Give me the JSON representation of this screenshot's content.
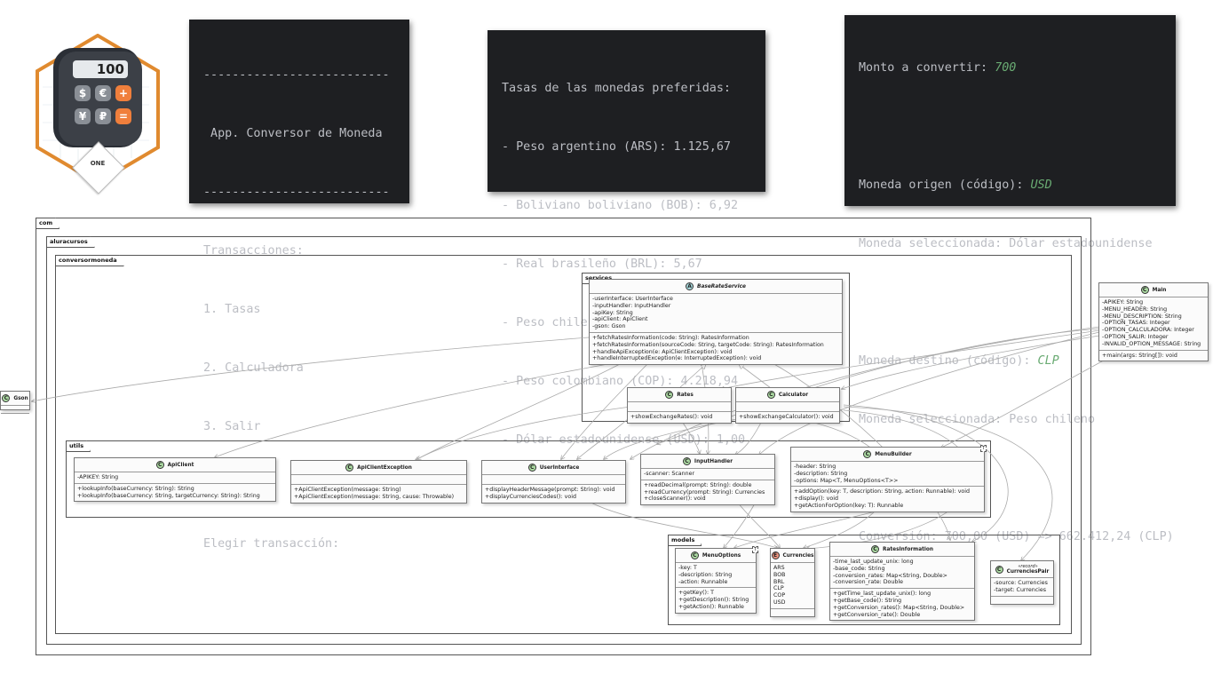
{
  "logo": {
    "display": "100",
    "keys": [
      "$",
      "€",
      "+",
      "¥",
      "₽",
      "="
    ],
    "badge_text": "ONE"
  },
  "terminal_menu": {
    "lines": [
      "--------------------------",
      " App. Conversor de Moneda",
      "--------------------------",
      "Transacciones:",
      "1. Tasas",
      "2. Calculadora",
      "3. Salir",
      "",
      "Elegir transacción:"
    ]
  },
  "terminal_rates": {
    "lines": [
      "Tasas de las monedas preferidas:",
      "- Peso argentino (ARS): 1.125,67",
      "- Boliviano boliviano (BOB): 6,92",
      "- Real brasileño (BRL): 5,67",
      "- Peso chileno (CLP): 946,30",
      "- Peso colombiano (COP): 4.218,94",
      "- Dólar estadounidense (USD): 1,00"
    ]
  },
  "terminal_conversion": {
    "amount_label": "Monto a convertir: ",
    "amount_value": "700",
    "origin_label": "Moneda origen (código): ",
    "origin_value": "USD",
    "origin_selected": "Moneda seleccionada: Dólar estadounidense",
    "dest_label": "Moneda destino (código): ",
    "dest_value": "CLP",
    "dest_selected": "Moneda seleccionada: Peso chileno",
    "result": "Conversión: 700,00 (USD) => 662.412,24 (CLP)"
  },
  "packages": {
    "com": "com",
    "aluracursos": "aluracursos",
    "conversormoneda": "conversormoneda",
    "services": "services",
    "utils": "utils",
    "models": "models"
  },
  "classes": {
    "gson": {
      "badge": "C",
      "name": "Gson"
    },
    "main": {
      "badge": "C",
      "name": "Main",
      "fields": [
        "-APIKEY: String",
        "-MENU_HEADER: String",
        "-MENU_DESCRIPTION: String",
        "-OPTION_TASAS: Integer",
        "-OPTION_CALCULADORA: Integer",
        "-OPTION_SALIR: Integer",
        "-INVALID_OPTION_MESSAGE: String"
      ],
      "methods": [
        "+main(args: String[]): void"
      ]
    },
    "base_rate_service": {
      "badge": "A",
      "name": "BaseRateService",
      "fields": [
        "-userInterface: UserInterface",
        "-inputHandler: InputHandler",
        "-apiKey: String",
        "-apiClient: ApiClient",
        "-gson: Gson"
      ],
      "methods": [
        "+fetchRatesInformation(code: String): RatesInformation",
        "+fetchRatesInformation(sourceCode: String, targetCode: String): RatesInformation",
        "+handleApiException(e: ApiClientException): void",
        "+handleInterruptedException(e: InterruptedException): void"
      ]
    },
    "rates": {
      "badge": "C",
      "name": "Rates",
      "fields": [],
      "methods": [
        "+showExchangeRates(): void"
      ]
    },
    "calculator": {
      "badge": "C",
      "name": "Calculator",
      "fields": [],
      "methods": [
        "+showExchangeCalculator(): void"
      ]
    },
    "api_client": {
      "badge": "C",
      "name": "ApiClient",
      "fields": [
        "-APIKEY: String"
      ],
      "methods": [
        "+lookupInfo(baseCurrency: String): String",
        "+lookupInfo(baseCurrency: String, targetCurrency: String): String"
      ]
    },
    "api_client_exception": {
      "badge": "C",
      "name": "ApiClientException",
      "fields": [],
      "methods": [
        "+ApiClientException(message: String)",
        "+ApiClientException(message: String, cause: Throwable)"
      ]
    },
    "user_interface": {
      "badge": "C",
      "name": "UserInterface",
      "fields": [],
      "methods": [
        "+displayHeaderMessage(prompt: String): void",
        "+displayCurrenciesCodes(): void"
      ]
    },
    "input_handler": {
      "badge": "C",
      "name": "InputHandler",
      "fields": [
        "-scanner: Scanner"
      ],
      "methods": [
        "+readDecimal(prompt: String): double",
        "+readCurrency(prompt: String): Currencies",
        "+closeScanner(): void"
      ]
    },
    "menu_builder": {
      "badge": "C",
      "name": "MenuBuilder",
      "type_param": "T",
      "fields": [
        "-header: String",
        "-description: String",
        "-options: Map<T, MenuOptions<T>>"
      ],
      "methods": [
        "+addOption(key: T, description: String, action: Runnable): void",
        "+display(): void",
        "+getActionForOption(key: T): Runnable"
      ]
    },
    "menu_options": {
      "badge": "C",
      "name": "MenuOptions",
      "type_param": "T",
      "fields": [
        "-key: T",
        "-description: String",
        "-action: Runnable"
      ],
      "methods": [
        "+getKey(): T",
        "+getDescription(): String",
        "+getAction(): Runnable"
      ]
    },
    "currencies": {
      "badge": "E",
      "name": "Currencies",
      "values": [
        "ARS",
        "BOB",
        "BRL",
        "CLP",
        "COP",
        "USD"
      ]
    },
    "rates_information": {
      "badge": "C",
      "name": "RatesInformation",
      "fields": [
        "-time_last_update_unix: long",
        "-base_code: String",
        "-conversion_rates: Map<String, Double>",
        "-conversion_rate: Double"
      ],
      "methods": [
        "+getTime_last_update_unix(): long",
        "+getBase_code(): String",
        "+getConversion_rates(): Map<String, Double>",
        "+getConversion_rate(): Double"
      ]
    },
    "currencies_pair": {
      "badge": "C",
      "name": "CurrenciesPair",
      "stereotype": "«record»",
      "fields": [
        "-source: Currencies",
        "-target: Currencies"
      ]
    }
  },
  "colors": {
    "terminal_bg": "#1e1f22",
    "terminal_text": "#bcbec4",
    "terminal_input": "#6aab73",
    "class_badge": "#addca4",
    "abstract_badge": "#a9dcdf",
    "enum_badge": "#eb937f"
  }
}
